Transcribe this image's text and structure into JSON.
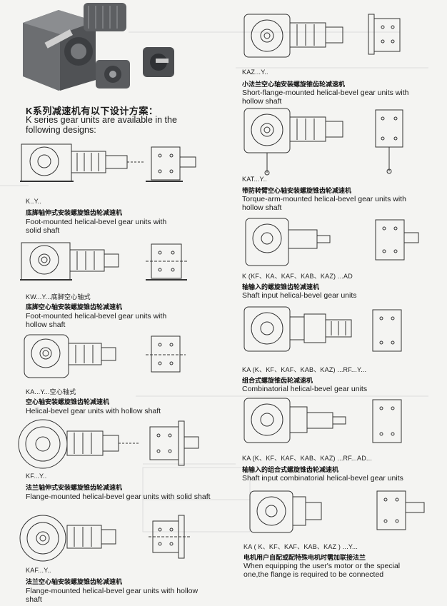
{
  "intro": {
    "heading_cn": "K系列减速机有以下设计方案：",
    "heading_en": "K series gear units are available in the following designs:"
  },
  "left_designs": [
    {
      "code": "K..Y..",
      "cn": "底脚轴伸式安装螺旋锥齿轮减速机",
      "en": "Foot-mounted helical-bevel gear units with solid shaft"
    },
    {
      "code": "KW...Y...底脚空心轴式",
      "cn": "底脚空心轴安装螺旋锥齿轮减速机",
      "en": "Foot-mounted helical-bevel gear units with hollow shaft"
    },
    {
      "code": "KA...Y...空心轴式",
      "cn": "空心轴安装螺旋锥齿轮减速机",
      "en": "Helical-bevel gear units with hollow shaft"
    },
    {
      "code": "KF...Y..",
      "cn": "法兰轴伸式安装螺旋锥齿轮减速机",
      "en": "Flange-mounted helical-bevel gear units with solid shaft"
    },
    {
      "code": "KAF...Y..",
      "cn": "法兰空心轴安装螺旋锥齿轮减速机",
      "en": "Flange-mounted helical-bevel gear units with hollow shaft"
    }
  ],
  "right_designs": [
    {
      "code": "KAZ...Y..",
      "cn": "小法兰空心轴安装螺旋锥齿轮减速机",
      "en": "Short-flange-mounted helical-bevel gear units with hollow shaft"
    },
    {
      "code": "KAT...Y..",
      "cn": "带防转臂空心轴安装螺旋锥齿轮减速机",
      "en": "Torque-arm-mounted helical-bevel gear units with hollow shaft"
    },
    {
      "code": "K (KF、KA、KAF、KAB、KAZ) ...AD",
      "cn": "轴输入的螺旋锥齿轮减速机",
      "en": "Shaft input helical-bevel gear units"
    },
    {
      "code": "KA (K、KF、KAF、KAB、KAZ) ...RF...Y...",
      "cn": "组合式螺旋锥齿轮减速机",
      "en": "Combinatorial helical-bevel gear units"
    },
    {
      "code": "KA (K、KF、KAF、KAB、KAZ) ...RF...AD...",
      "cn": "轴输入的组合式螺旋锥齿轮减速机",
      "en": "Shaft input combinatorial helical-bevel gear units"
    },
    {
      "code": "KA ( K、KF、KAF、KAB、KAZ ) ...Y...",
      "cn": "电机用户自配或配特殊电机时需加联接法兰",
      "en": "When equipping the user's motor or the special one,the flange is required to be connected"
    }
  ],
  "colors": {
    "ink": "#1b1b1b",
    "paper": "#f4f4f2",
    "photo_body": "#5b5d60",
    "line": "#333333"
  }
}
